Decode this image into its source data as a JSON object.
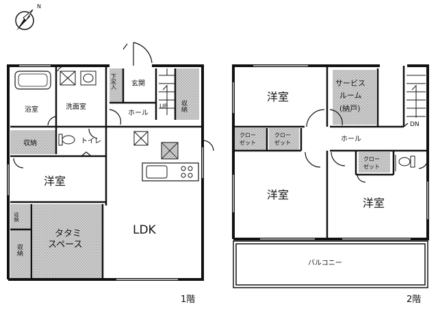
{
  "compass_label": "N",
  "floor1": {
    "label": "1階",
    "rooms": {
      "bath": "浴室",
      "washroom": "洗面室",
      "entrance": "玄関",
      "storage_front": "下足入",
      "hall": "ホール",
      "up": "UP",
      "storage_stair": "収納",
      "storage_left": "収納",
      "toilet": "トイレ",
      "western": "洋室",
      "ldk": "LDK",
      "tatami_line1": "タタミ",
      "tatami_line2": "スペース",
      "closet_small": "収納",
      "closet_tall": "収納"
    }
  },
  "floor2": {
    "label": "2階",
    "rooms": {
      "western_top": "洋室",
      "service_line1": "サービス",
      "service_line2": "ルーム",
      "service_line3": "(納戸)",
      "dn": "DN",
      "closet1_line1": "クロー",
      "closet1_line2": "ゼット",
      "closet2_line1": "クロー",
      "closet2_line2": "ゼット",
      "hall": "ホール",
      "closet3_line1": "クロー",
      "closet3_line2": "ゼット",
      "western_bl": "洋室",
      "western_br": "洋室",
      "balcony": "バルコニー"
    }
  }
}
